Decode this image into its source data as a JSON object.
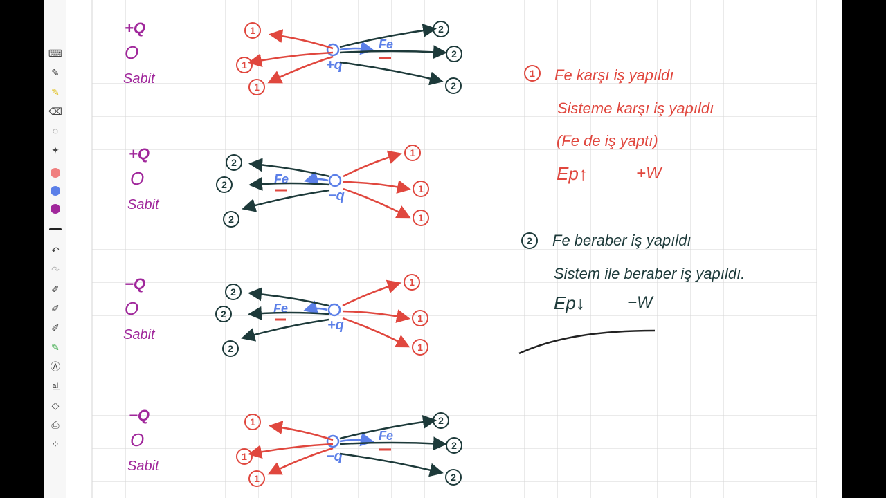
{
  "toolbar": {
    "tools": [
      {
        "name": "keyboard-icon"
      },
      {
        "name": "pen-icon"
      },
      {
        "name": "highlighter-icon"
      },
      {
        "name": "eraser-icon"
      },
      {
        "name": "lasso-icon"
      },
      {
        "name": "magic-wand-icon"
      }
    ],
    "colors": [
      "#f07f7f",
      "#5b7fe8",
      "#a0279b"
    ],
    "tools2": [
      {
        "name": "undo-icon"
      },
      {
        "name": "redo-icon"
      },
      {
        "name": "pen-plus-icon"
      },
      {
        "name": "pen-settings-icon"
      },
      {
        "name": "pen-share-icon"
      },
      {
        "name": "green-pen-icon"
      },
      {
        "name": "text-style-icon"
      },
      {
        "name": "text-ai-icon"
      },
      {
        "name": "shapes-icon"
      },
      {
        "name": "lock-icon"
      },
      {
        "name": "grid-apps-icon"
      }
    ]
  },
  "colors": {
    "red": "#e0473e",
    "blue": "#5b7fe8",
    "purple": "#a0279b",
    "dark": "#1d3a3a"
  },
  "diagrams": [
    {
      "charge": "+Q",
      "ring": "O",
      "fixed": "Sabit",
      "test": "+q",
      "force": "Fe"
    },
    {
      "charge": "+Q",
      "ring": "O",
      "fixed": "Sabit",
      "test": "−q",
      "force": "Fe"
    },
    {
      "charge": "−Q",
      "ring": "O",
      "fixed": "Sabit",
      "test": "+q",
      "force": "Fe"
    },
    {
      "charge": "−Q",
      "ring": "O",
      "fixed": "Sabit",
      "test": "−q",
      "force": "Fe"
    }
  ],
  "labels": {
    "one": "1",
    "two": "2"
  },
  "notes": {
    "case1": {
      "num": "1",
      "line1": "Fe karşı iş yapıldı",
      "line2": "Sisteme karşı iş yapıldı",
      "line3": "(Fe de iş yaptı)",
      "energy": "Ep↑",
      "work": "+W"
    },
    "case2": {
      "num": "2",
      "line1": "Fe beraber iş yapıldı",
      "line2": "Sistem ile beraber iş yapıldı.",
      "energy": "Ep↓",
      "work": "−W"
    }
  }
}
